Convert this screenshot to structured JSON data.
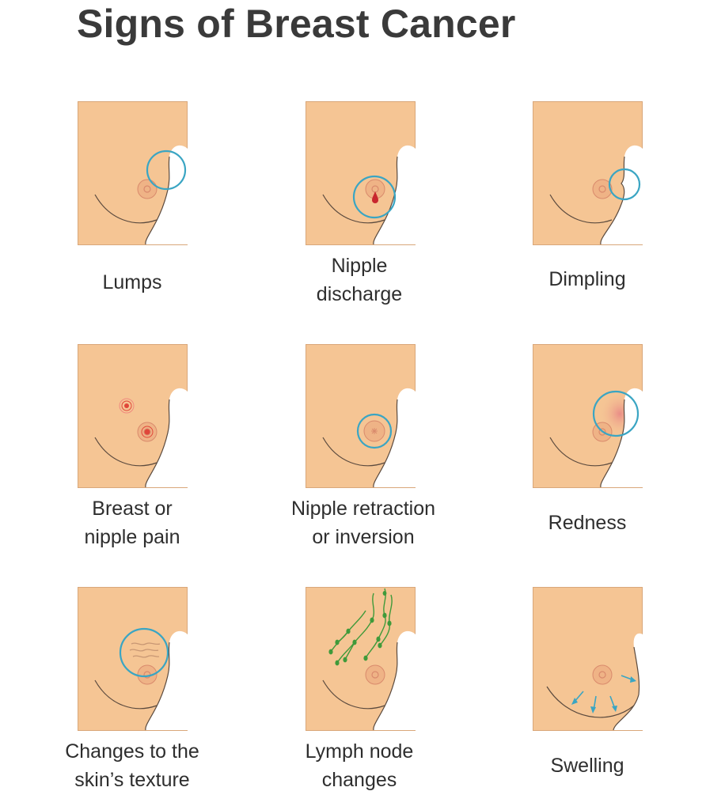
{
  "title": "Signs of Breast Cancer",
  "colors": {
    "skin": "#f5c594",
    "skin_outline": "#d9a77a",
    "areola": "#efb386",
    "nipple_ring": "#d98a6c",
    "highlight_circle": "#3aa5c3",
    "discharge": "#c8262e",
    "lymph": "#3f9a3a",
    "pain": "#e0473a"
  },
  "signs": [
    {
      "id": "lumps",
      "lines": [
        "Lumps"
      ]
    },
    {
      "id": "nipple-discharge",
      "lines": [
        "Nipple",
        "discharge"
      ]
    },
    {
      "id": "dimpling",
      "lines": [
        "Dimpling"
      ]
    },
    {
      "id": "breast-or-nipple-pain",
      "lines": [
        "Breast or",
        "nipple pain"
      ]
    },
    {
      "id": "nipple-retraction",
      "lines": [
        "Nipple retraction",
        "or inversion"
      ]
    },
    {
      "id": "redness",
      "lines": [
        "Redness"
      ]
    },
    {
      "id": "skin-texture",
      "lines": [
        "Changes to the",
        "skin’s texture"
      ]
    },
    {
      "id": "lymph-node-changes",
      "lines": [
        "Lymph node",
        "changes"
      ]
    },
    {
      "id": "swelling",
      "lines": [
        "Swelling"
      ]
    }
  ]
}
